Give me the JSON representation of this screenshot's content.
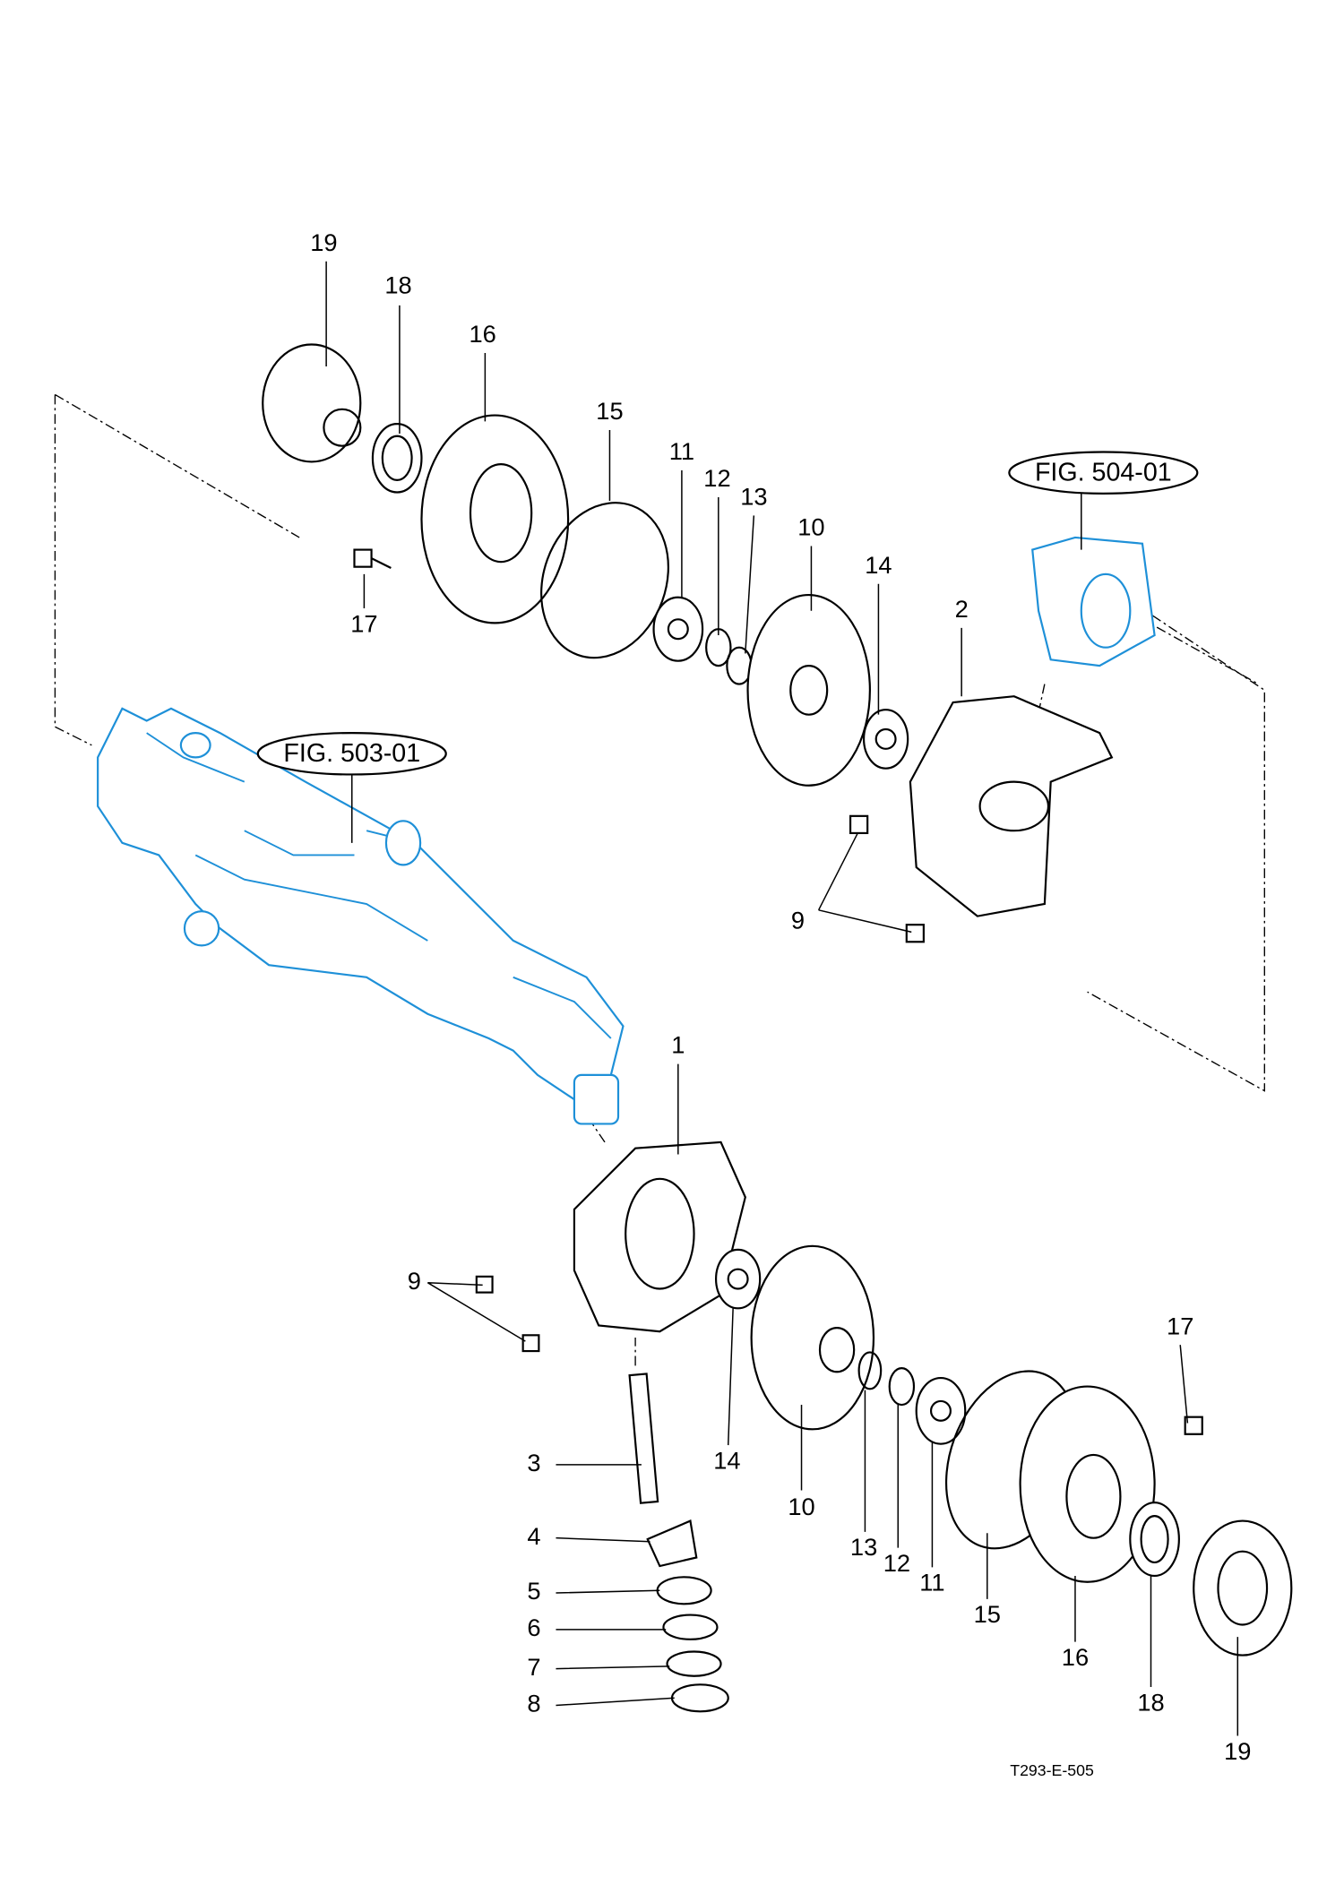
{
  "callouts": [
    {
      "text": "19"
    },
    {
      "text": "18"
    },
    {
      "text": "16"
    },
    {
      "text": "15"
    },
    {
      "text": "11"
    },
    {
      "text": "12"
    },
    {
      "text": "13"
    },
    {
      "text": "10"
    },
    {
      "text": "14"
    },
    {
      "text": "2"
    },
    {
      "text": "17"
    },
    {
      "text": "9"
    },
    {
      "text": "1"
    },
    {
      "text": "9"
    },
    {
      "text": "17"
    },
    {
      "text": "3"
    },
    {
      "text": "14"
    },
    {
      "text": "10"
    },
    {
      "text": "13"
    },
    {
      "text": "12"
    },
    {
      "text": "11"
    },
    {
      "text": "15"
    },
    {
      "text": "16"
    },
    {
      "text": "18"
    },
    {
      "text": "19"
    },
    {
      "text": "4"
    },
    {
      "text": "5"
    },
    {
      "text": "6"
    },
    {
      "text": "7"
    },
    {
      "text": "8"
    }
  ],
  "figure_refs": [
    {
      "text": "FIG. 504-01"
    },
    {
      "text": "FIG. 503-01"
    }
  ],
  "reference_code": "T293-E-505",
  "colors": {
    "line": "#000000",
    "reference_assembly": "#1e90d8"
  }
}
